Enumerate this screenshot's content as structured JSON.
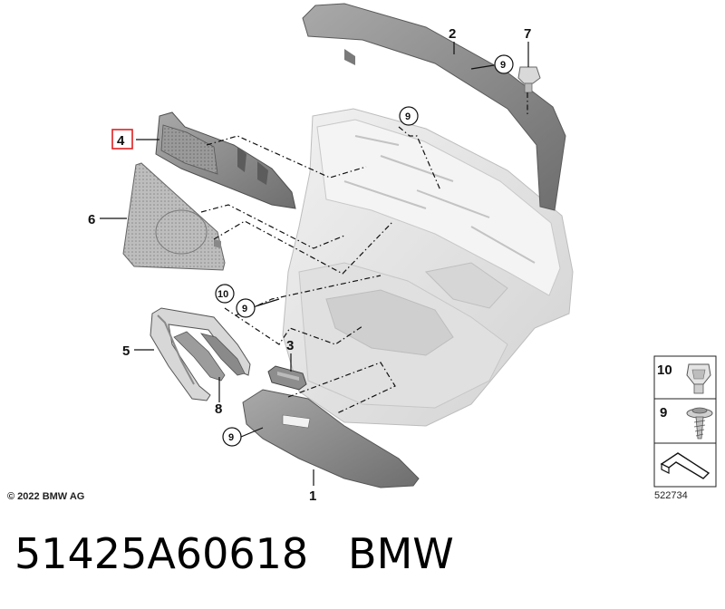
{
  "callouts": {
    "c1": "1",
    "c2": "2",
    "c3": "3",
    "c4": "4",
    "c5": "5",
    "c6": "6",
    "c7": "7",
    "c8": "8",
    "c9a": "9",
    "c9b": "9",
    "c9c": "9",
    "c9d": "9",
    "c10": "10"
  },
  "legend": {
    "row1_label": "10",
    "row2_label": "9"
  },
  "copyright": "© 2022 BMW AG",
  "reference_number": "522734",
  "caption": {
    "part_number": "51425A60618",
    "brand": "BMW"
  },
  "colors": {
    "highlight": "#e0201f",
    "part_dark": "#8f8f8f",
    "part_light": "#e6e6e6"
  }
}
